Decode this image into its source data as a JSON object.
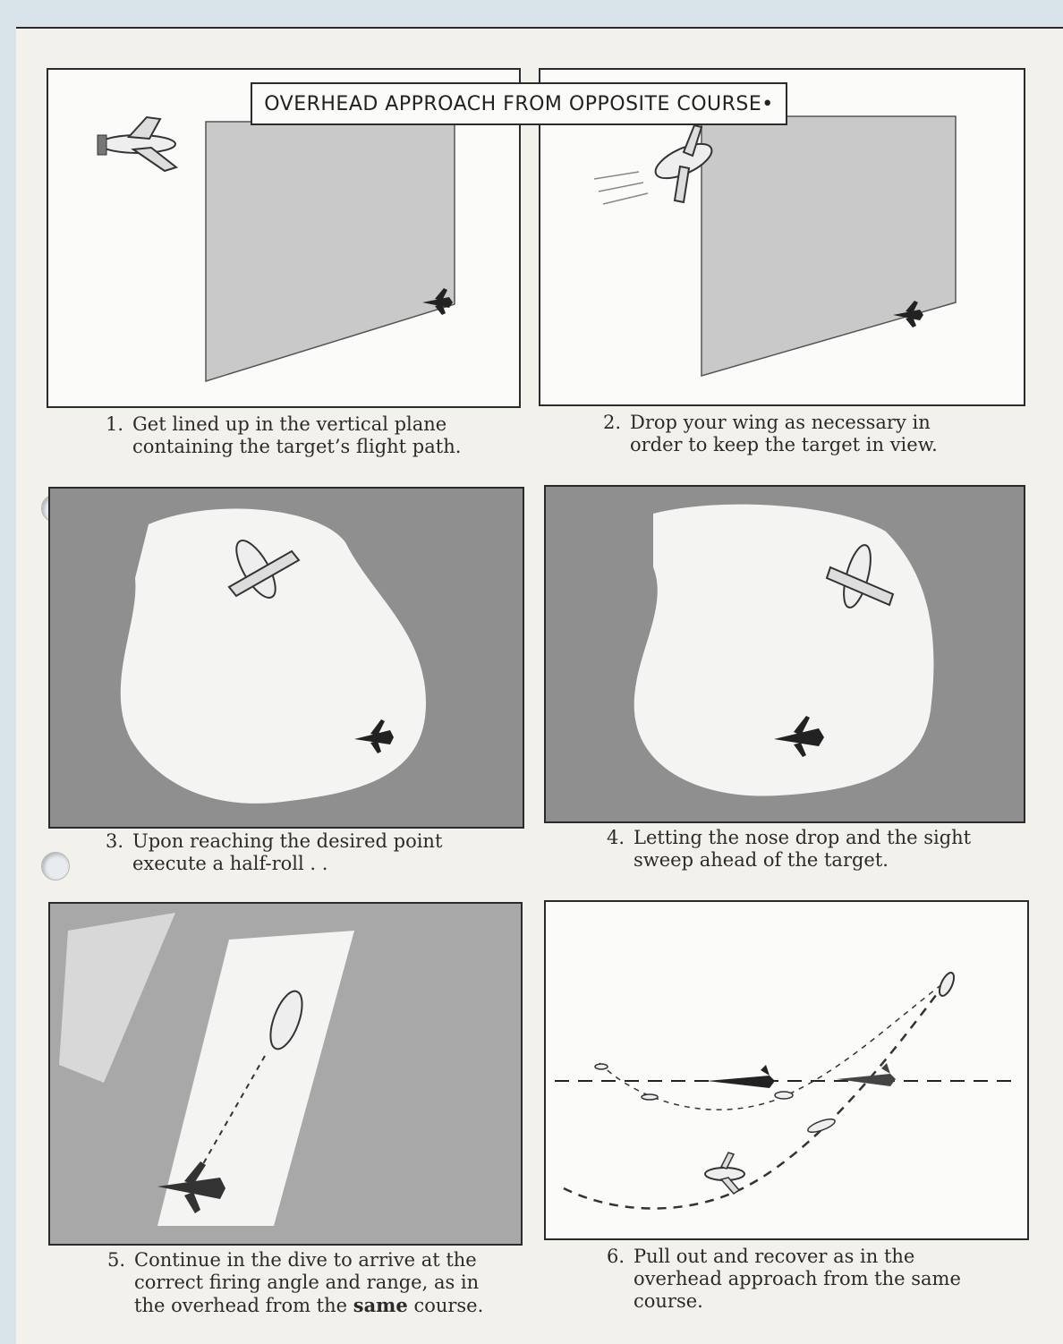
{
  "title": "OVERHEAD APPROACH FROM OPPOSITE COURSE•",
  "panels": [
    {
      "num": "1.",
      "text": "Get lined up in the vertical plane containing the target’s flight path."
    },
    {
      "num": "2.",
      "text": "Drop your wing as necessary in order to keep the target in view."
    },
    {
      "num": "3.",
      "text": "Upon reaching the desired point execute a half-roll . ."
    },
    {
      "num": "4.",
      "text": "Letting the nose drop and the sight sweep ahead of the target."
    },
    {
      "num": "5.",
      "text_before": "Continue in the dive to arrive at the correct firing angle and range, as in the overhead from the ",
      "text_bold": "same",
      "text_after": " course."
    },
    {
      "num": "6.",
      "text": "Pull out and recover as in the overhead approach from the same course."
    }
  ]
}
